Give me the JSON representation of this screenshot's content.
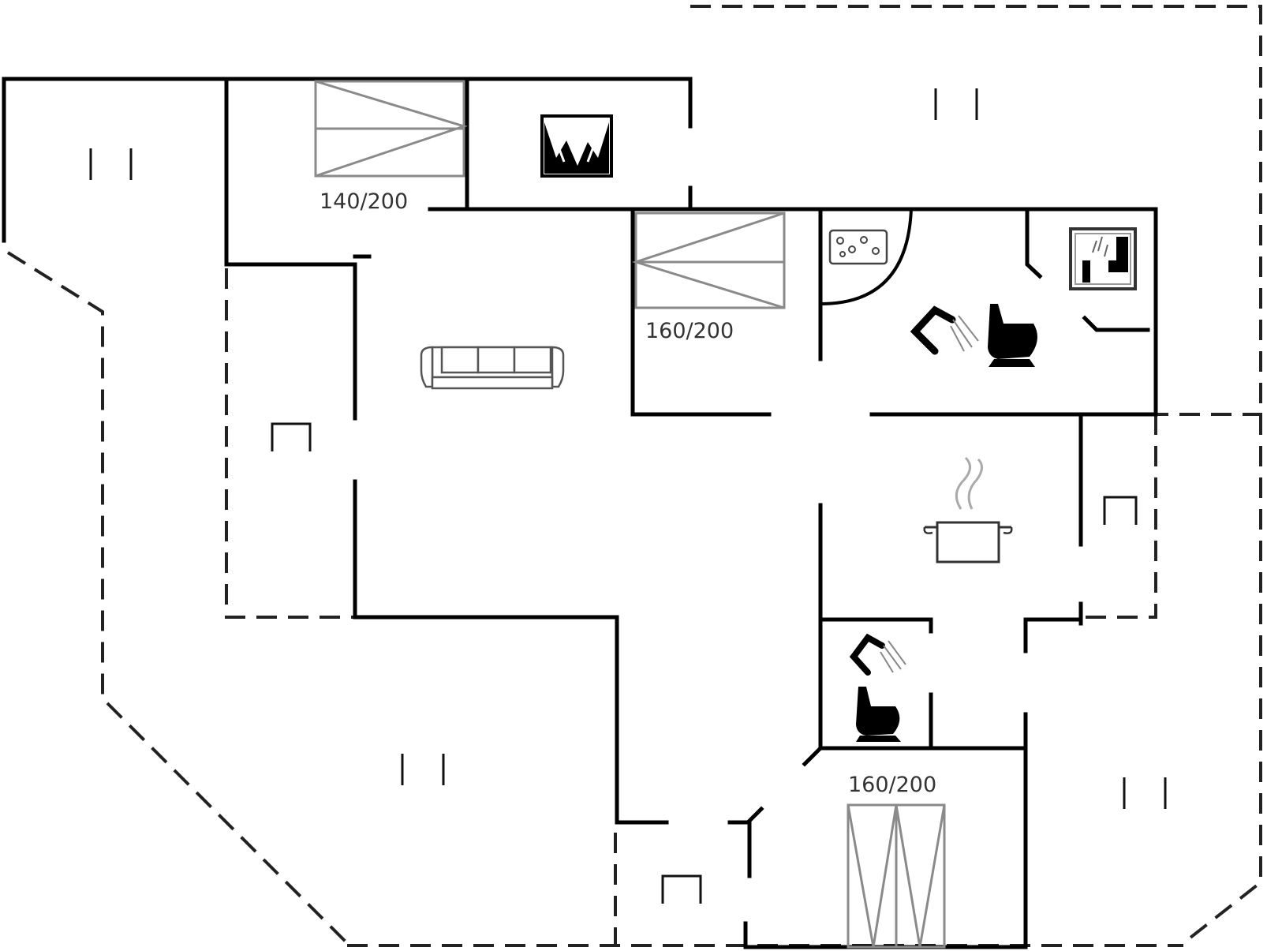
{
  "floorplan": {
    "bed_labels": {
      "bedroom_north": "140/200",
      "bedroom_center": "160/200",
      "bedroom_south": "160/200"
    },
    "icons": [
      "terrace-marker-icon",
      "sofa-icon",
      "sauna-icon",
      "bathtub-icon",
      "washing-machine-icon",
      "shower-icon",
      "toilet-icon",
      "cooking-pot-icon",
      "door-marker-icon"
    ],
    "colors": {
      "walls": "#000000",
      "dashed_outline": "#222222",
      "beds": "#8a8a8a",
      "furniture": "#555555"
    }
  }
}
